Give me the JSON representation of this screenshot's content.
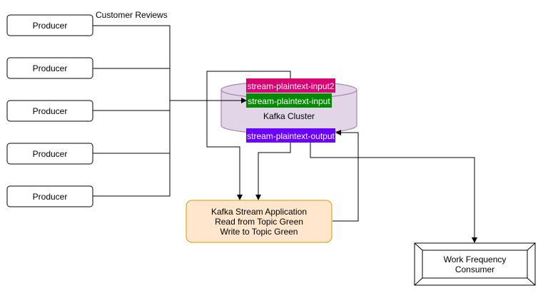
{
  "edge_label": "Customer Reviews",
  "producers": [
    {
      "label": "Producer"
    },
    {
      "label": "Producer"
    },
    {
      "label": "Producer"
    },
    {
      "label": "Producer"
    },
    {
      "label": "Producer"
    }
  ],
  "cluster": {
    "label": "Kafka Cluster",
    "fill": "#e1d5e7",
    "stroke": "#9673a6"
  },
  "topics": {
    "input2": {
      "label": "stream-plaintext-input2",
      "color": "#d80073"
    },
    "input": {
      "label": "stream-plaintext-input",
      "color": "#008a00"
    },
    "output": {
      "label": "stream-plaintext-output",
      "color": "#6a00ff"
    }
  },
  "stream_app": {
    "line1": "Kafka Stream Application",
    "line2": "Read from Topic Green",
    "line3": "Write to Topic Green",
    "fill": "#ffe6cc",
    "stroke": "#d79b00"
  },
  "consumer": {
    "line1": "Work Frequency",
    "line2": "Consumer"
  }
}
